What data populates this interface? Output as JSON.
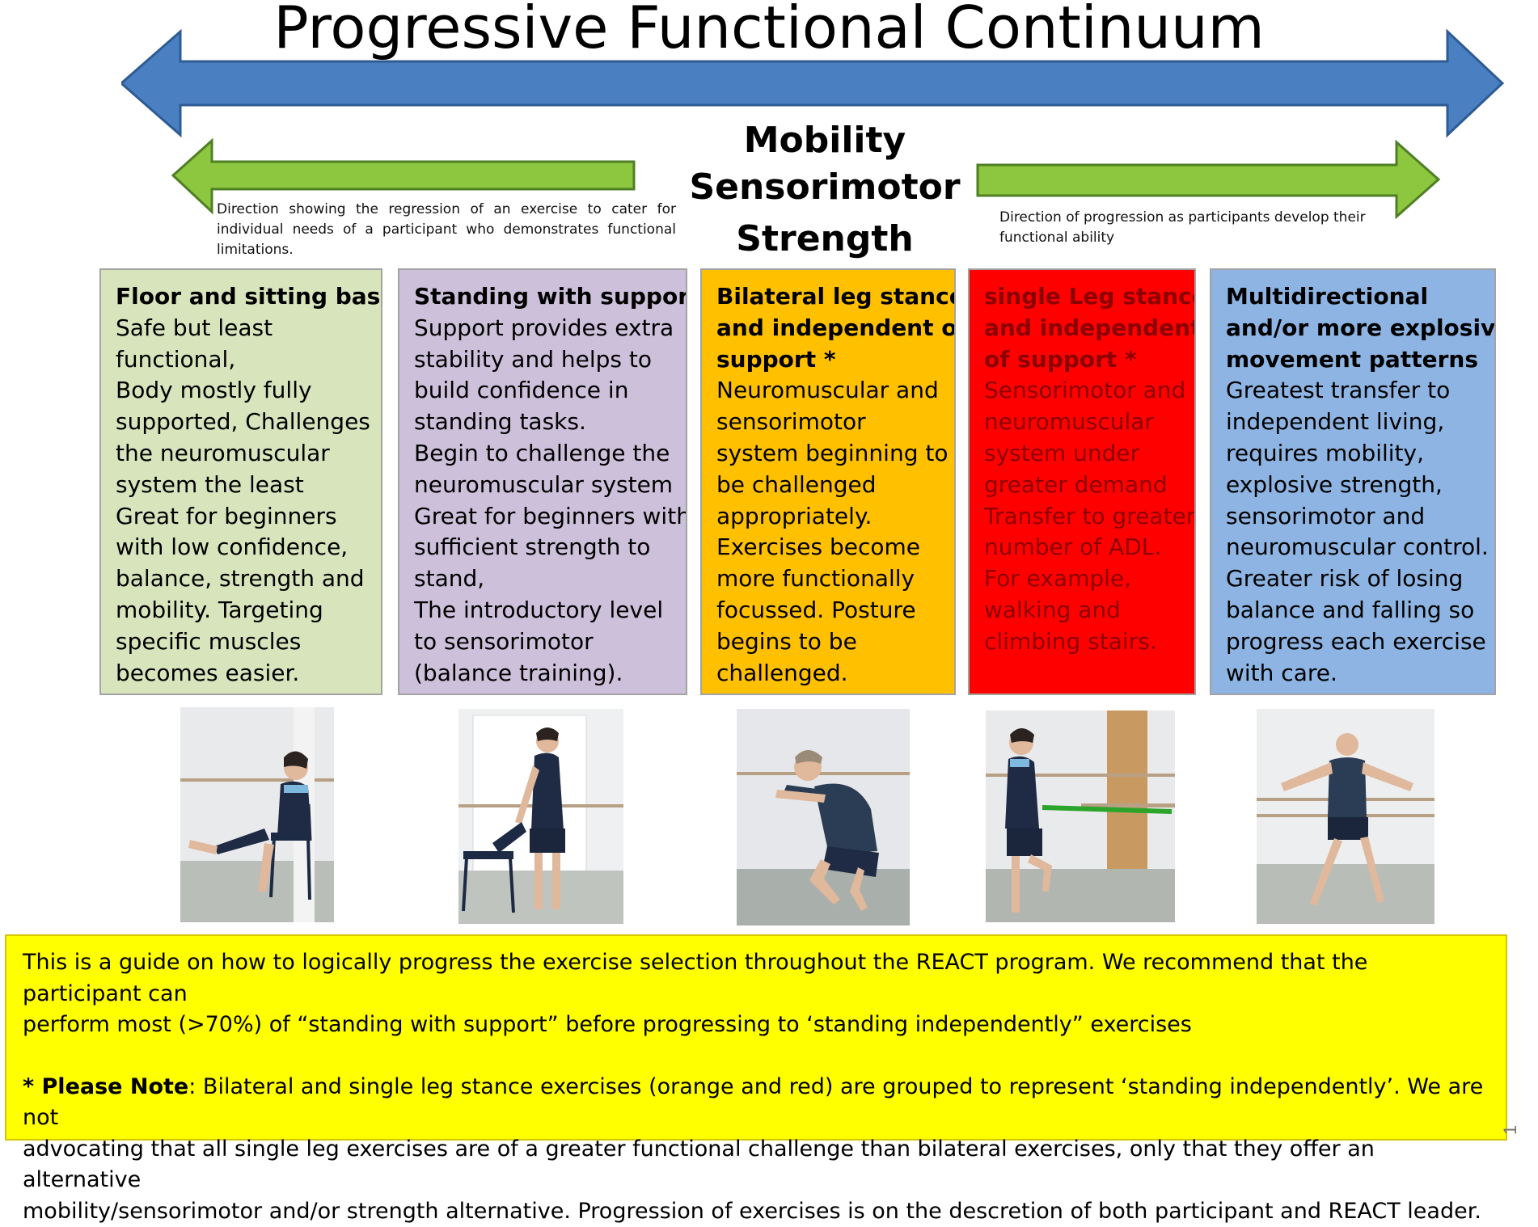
{
  "title": "Progressive Functional Continuum",
  "center_labels": [
    "Mobility",
    "Sensorimotor",
    "Strength"
  ],
  "regression_note": "Direction  showing  the regression of an exercise to cater for individual needs of a participant who demonstrates functional limitations.",
  "progression_note": "Direction of progression as participants develop their functional ability",
  "colors": {
    "blue_arrow": "#4a7fc1",
    "green_arrow": "#8dc63f",
    "stage_green": "#d8e4bc",
    "stage_purple": "#ccc0da",
    "stage_orange": "#ffc000",
    "stage_red": "#ff0000",
    "stage_blue": "#8db4e2",
    "note_yellow": "#ffff00"
  },
  "stages": [
    {
      "head": [
        "Floor and sitting based"
      ],
      "body": [
        "Safe but least",
        "functional,",
        "Body mostly  fully",
        "supported, Challenges",
        "the neuromuscular",
        "system the least",
        "Great for beginners",
        "with low confidence,",
        "balance, strength and",
        "mobility. Targeting",
        "specific muscles",
        "becomes easier."
      ]
    },
    {
      "head": [
        "Standing with support"
      ],
      "body": [
        "Support provides extra",
        "stability and helps to",
        "build confidence in",
        "standing tasks.",
        "Begin to challenge the",
        "neuromuscular system",
        "Great for beginners with",
        "sufficient strength to",
        "stand,",
        "The introductory level",
        "to sensorimotor",
        "(balance training)."
      ]
    },
    {
      "head": [
        "Bilateral leg stance",
        "and independent of",
        "support *"
      ],
      "body": [
        "Neuromuscular and",
        "sensorimotor",
        "system beginning to",
        "be challenged",
        "appropriately.",
        "Exercises become",
        "more functionally",
        "focussed. Posture",
        "begins to be",
        "challenged."
      ]
    },
    {
      "head": [
        "single Leg stance",
        "and independent",
        "of support *"
      ],
      "body": [
        "Sensorimotor and",
        "neuromuscular",
        "system under",
        "greater demand",
        "Transfer to greater",
        "number of ADL.",
        "For example,",
        "walking and",
        "climbing stairs."
      ]
    },
    {
      "head": [
        "Multidirectional",
        "and/or more explosive",
        "movement patterns"
      ],
      "body": [
        "Greatest transfer to",
        "independent living,",
        "requires mobility,",
        "explosive strength,",
        "sensorimotor and",
        "neuromuscular control.",
        "Greater risk of losing",
        "balance and falling so",
        "progress each exercise",
        "with care."
      ]
    }
  ],
  "photos": [
    {
      "icon": "person-seated-on-chair-extending-leg-photo"
    },
    {
      "icon": "person-standing-holding-chair-photo"
    },
    {
      "icon": "person-squatting-photo"
    },
    {
      "icon": "person-single-leg-stance-with-band-photo"
    },
    {
      "icon": "person-jumping-arms-out-photo"
    }
  ],
  "note": {
    "line1": "This is a guide on how to logically progress the exercise selection throughout the REACT program. We recommend that the participant can",
    "line2": "perform most (>70%) of “standing with support” before progressing to ‘standing independently” exercises",
    "please_label": "* Please Note",
    "line3": ": Bilateral and single leg stance exercises  (orange and red) are grouped to represent ‘standing independently’. We are not",
    "line4": "advocating that all single leg exercises are  of a greater functional challenge than bilateral exercises, only that they offer an alternative",
    "line5": "mobility/sensorimotor and/or  strength alternative. Progression of exercises is on the descretion of both participant and  REACT leader."
  },
  "page_number": "1"
}
